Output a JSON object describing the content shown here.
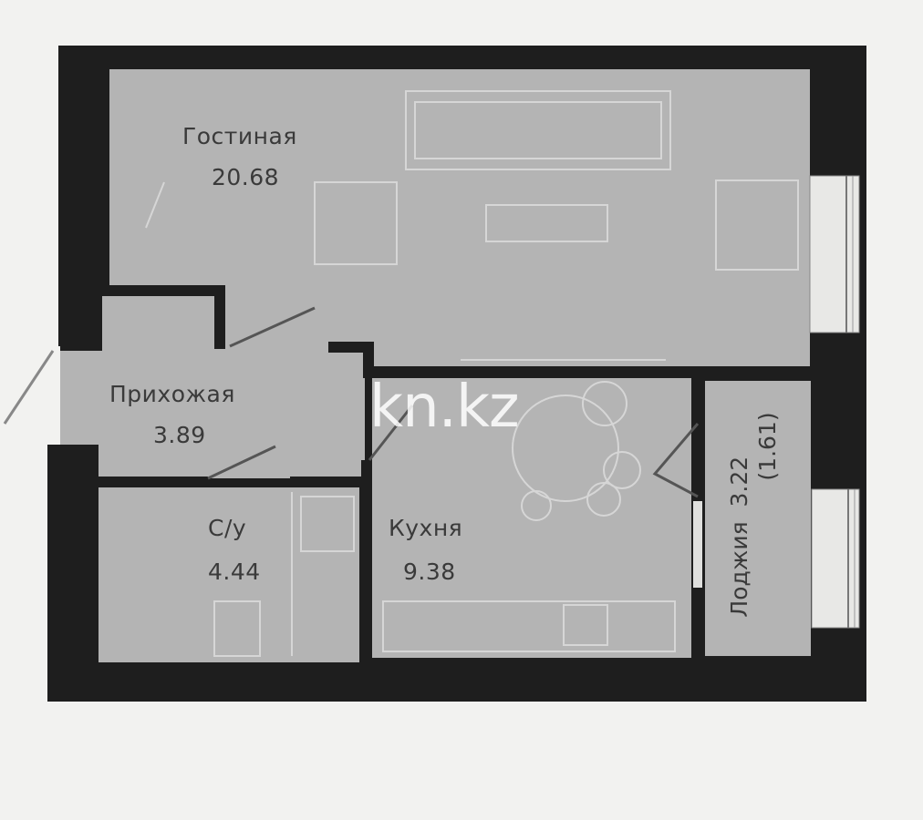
{
  "rooms": {
    "living": {
      "name": "Гостиная",
      "area": "20.68"
    },
    "hall": {
      "name": "Прихожая",
      "area": "3.89"
    },
    "bath": {
      "name": "С/у",
      "area": "4.44"
    },
    "kitchen": {
      "name": "Кухня",
      "area": "9.38"
    },
    "loggia": {
      "name": "Лоджия",
      "area": "3.22",
      "area_reduced": "(1.61)"
    }
  },
  "watermark": "kn.kz",
  "colors": {
    "wall": "#1e1e1e",
    "floor": "#b4b4b4",
    "paper": "#f2f2f0",
    "furniture": "#d6d6d6"
  }
}
